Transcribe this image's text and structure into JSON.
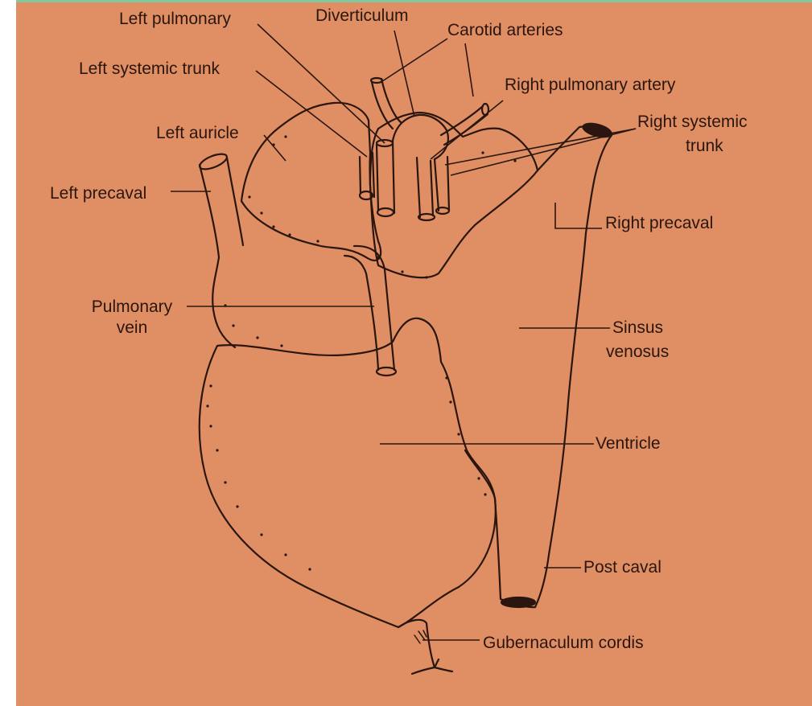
{
  "background_color": "#e08f64",
  "ink_color": "#2a160e",
  "labels": {
    "left_pulmonary": "Left pulmonary",
    "diverticulum": "Diverticulum",
    "carotid_arteries": "Carotid arteries",
    "left_systemic_trunk": "Left systemic trunk",
    "right_pulmonary_artery": "Right pulmonary artery",
    "left_auricle": "Left auricle",
    "right_systemic_trunk_1": "Right systemic",
    "right_systemic_trunk_2": "trunk",
    "left_precaval": "Left precaval",
    "right_precaval": "Right precaval",
    "pulmonary_vein_1": "Pulmonary",
    "pulmonary_vein_2": "vein",
    "sinus_venosus_1": "Sinsus",
    "sinus_venosus_2": "venosus",
    "ventricle": "Ventricle",
    "post_caval": "Post caval",
    "gubernaculum_cordis": "Gubernaculum cordis"
  }
}
